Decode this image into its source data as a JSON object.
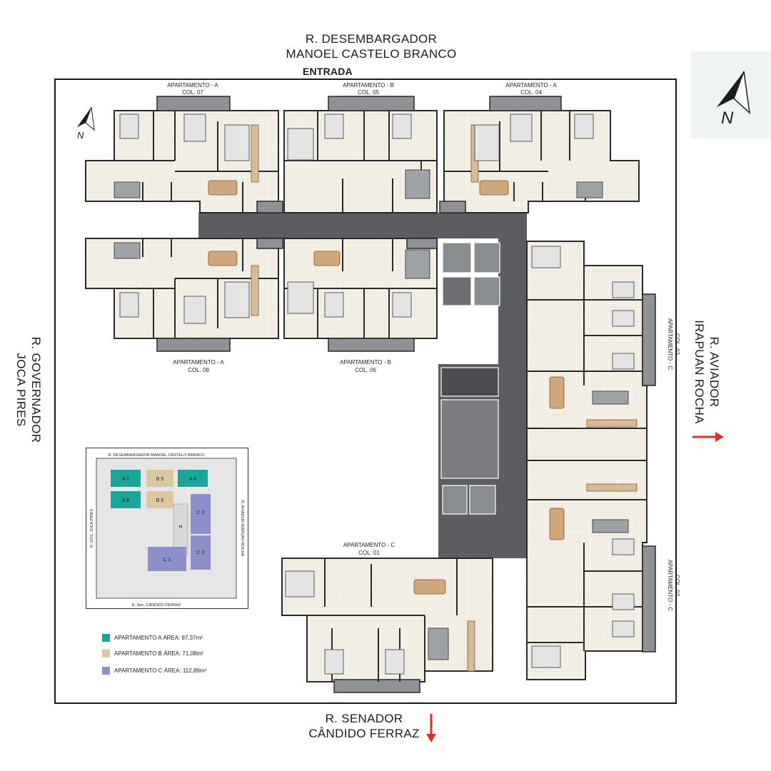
{
  "streets": {
    "north_line1": "R. DESEMBARGADOR",
    "north_line2": "MANOEL CASTELO BRANCO",
    "south_line1": "R. SENADOR",
    "south_line2": "CÂNDIDO FERRAZ",
    "west_line1": "R. GOVERNADOR",
    "west_line2": "JOCA PIRES",
    "east_line1": "R. AVIADOR",
    "east_line2": "IRAPUAN ROCHA"
  },
  "entrance": "ENTRADA",
  "compass_letter": "N",
  "apartments": {
    "a07": {
      "type": "APARTAMENTO - A",
      "col": "COL. 07"
    },
    "b05": {
      "type": "APARTAMENTO - B",
      "col": "COL. 05"
    },
    "a04": {
      "type": "APARTAMENTO - A",
      "col": "COL. 04"
    },
    "a08": {
      "type": "APARTAMENTO - A",
      "col": "COL. 08"
    },
    "b06": {
      "type": "APARTAMENTO - B",
      "col": "COL. 06"
    },
    "c03": {
      "type": "APARTAMENTO - C",
      "col": "COL. 03"
    },
    "c02": {
      "type": "APARTAMENTO - C",
      "col": "COL. 02"
    },
    "c01": {
      "type": "APARTAMENTO - C",
      "col": "COL. 01"
    }
  },
  "key_map": {
    "north": "R. DESEMBARGADOR MANOEL CASTELO BRANCO",
    "south": "R. Sen. CÂNDIDO FERRAZ",
    "west": "R. GOV. JOCA PIRES",
    "east": "R. AVIADOR IRAPUAN ROCHA",
    "units": [
      "A 7",
      "B 5",
      "A 4",
      "A 8",
      "B 6",
      "H",
      "C 3",
      "C 2",
      "C 1"
    ]
  },
  "legend": [
    {
      "label": "APARTAMENTO A ÁREA: 87,37m²",
      "color": "#1aa59a"
    },
    {
      "label": "APARTAMENTO B ÁREA: 71,08m²",
      "color": "#dcc8a0"
    },
    {
      "label": "APARTAMENTO C ÁREA: 112,89m²",
      "color": "#8c8fc8"
    }
  ],
  "colors": {
    "circulation": "#5b5d60",
    "floor": "#f1ede4",
    "arrow": "#e52d2d",
    "balcony": "#8a8a8a"
  }
}
